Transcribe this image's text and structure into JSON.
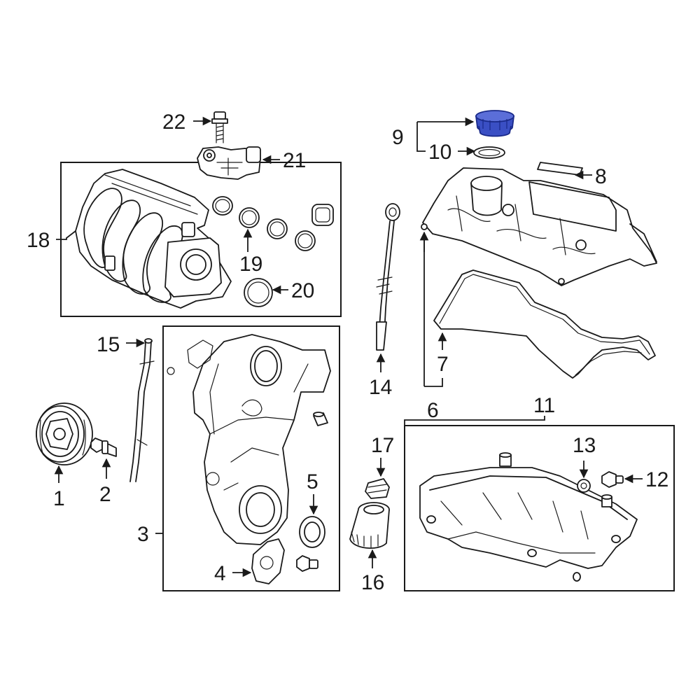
{
  "callouts": {
    "c1": "1",
    "c2": "2",
    "c3": "3",
    "c4": "4",
    "c5": "5",
    "c6": "6",
    "c7": "7",
    "c8": "8",
    "c9": "9",
    "c10": "10",
    "c11": "11",
    "c12": "12",
    "c13": "13",
    "c14": "14",
    "c15": "15",
    "c16": "16",
    "c17": "17",
    "c18": "18",
    "c19": "19",
    "c20": "20",
    "c21": "21",
    "c22": "22"
  },
  "highlight": {
    "part": "9",
    "color": "#3a4fc4",
    "outline": "#1a2a8a"
  },
  "colors": {
    "line": "#1a1a1a",
    "background": "#ffffff"
  }
}
